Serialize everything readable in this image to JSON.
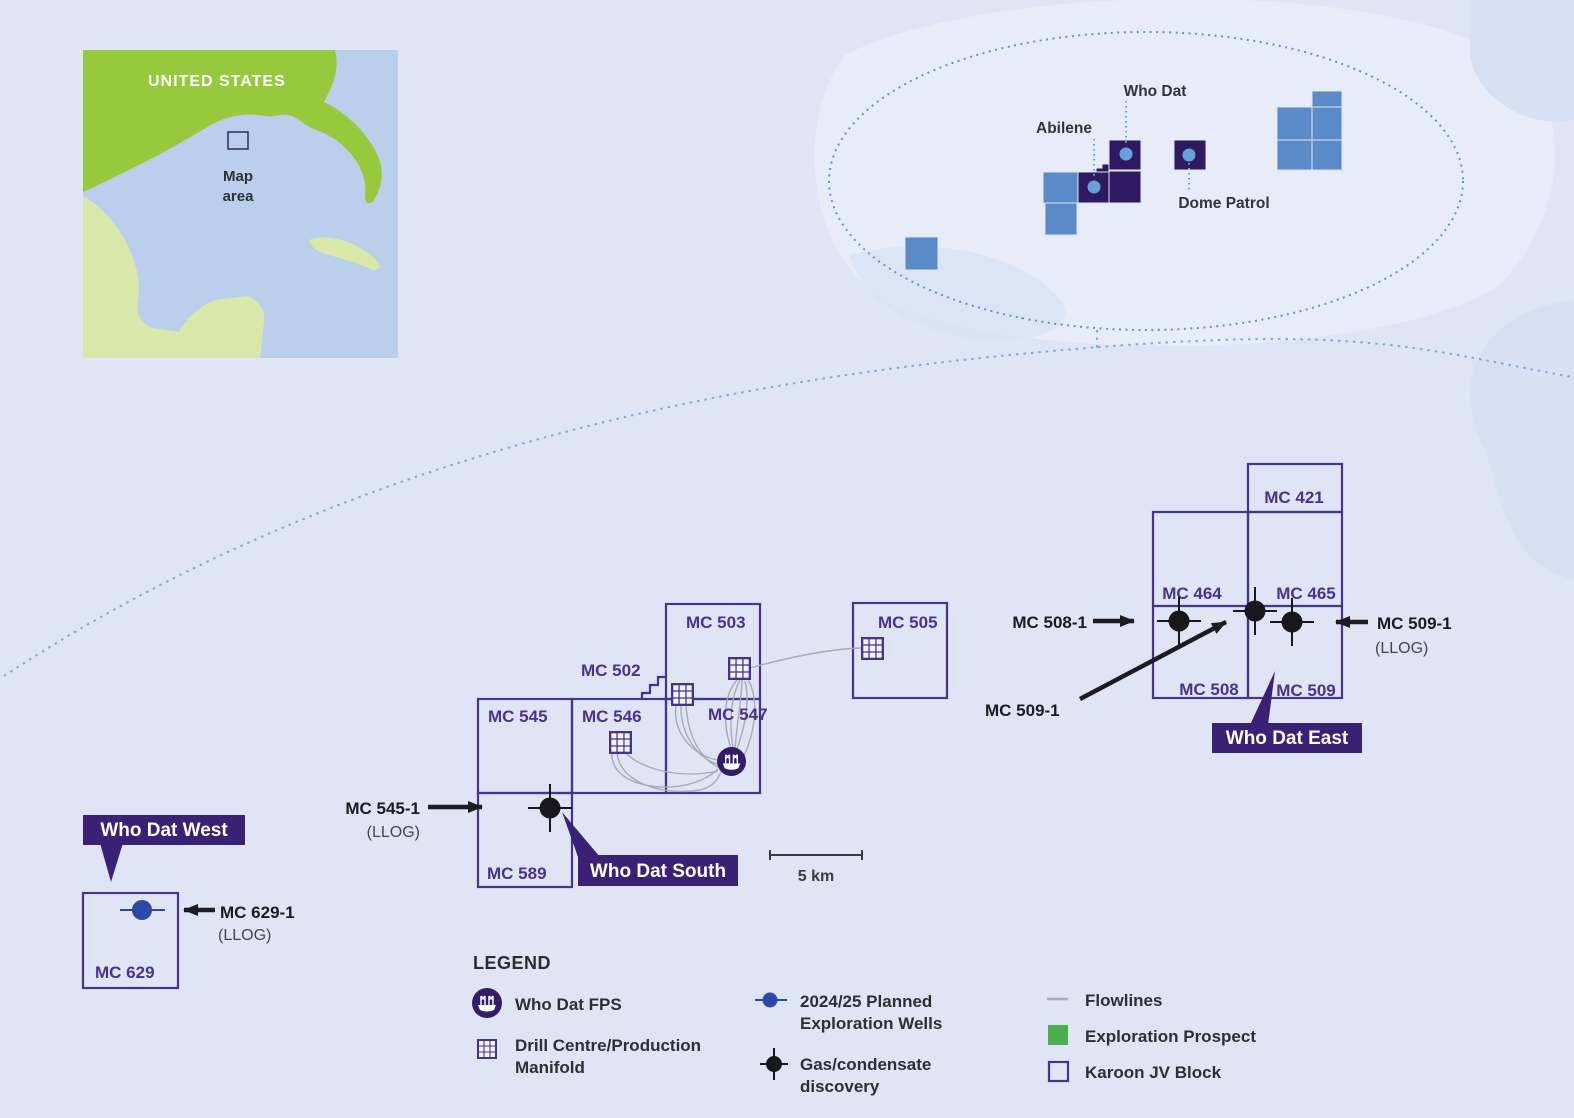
{
  "inset": {
    "country": "UNITED STATES",
    "map_area_line1": "Map",
    "map_area_line2": "area"
  },
  "overview": {
    "who_dat": "Who Dat",
    "abilene": "Abilene",
    "dome_patrol": "Dome Patrol"
  },
  "blocks": {
    "mc421": "MC 421",
    "mc464": "MC 464",
    "mc465": "MC 465",
    "mc508": "MC 508",
    "mc509": "MC 509",
    "mc503": "MC 503",
    "mc505": "MC 505",
    "mc502": "MC 502",
    "mc545": "MC 545",
    "mc546": "MC 546",
    "mc547": "MC 547",
    "mc589": "MC 589",
    "mc629": "MC 629"
  },
  "wells": {
    "mc508_1": "MC 508-1",
    "mc509_1": "MC 509-1",
    "mc545_1": "MC 545-1",
    "mc629_1": "MC 629-1",
    "llog": "(LLOG)"
  },
  "badges": {
    "west": "Who Dat West",
    "south": "Who Dat South",
    "east": "Who Dat East"
  },
  "scale_bar": {
    "label": "5 km"
  },
  "legend": {
    "title": "LEGEND",
    "fps": "Who Dat FPS",
    "manifold": [
      "Drill Centre/Production",
      "Manifold"
    ],
    "planned": [
      "2024/25 Planned",
      "Exploration Wells"
    ],
    "gas": [
      "Gas/condensate",
      "discovery"
    ],
    "flowlines": "Flowlines",
    "prospect": "Exploration Prospect",
    "jv_block": "Karoon JV Block"
  },
  "colors": {
    "background": "#dfe5f5",
    "block_outline": "#46338e",
    "block_label": "#4a3193",
    "dark_purple_fill": "#2f1a61",
    "badge_fill": "#3a2173",
    "prospect_blue_square": "#5a8bc8",
    "planned_well_blue": "#2d49a6",
    "light_well_dot": "#66a1d9",
    "discovery_black": "#1b1b20",
    "flowline_gray": "#a9abb3",
    "exploration_prospect_green": "#4bae4f",
    "us_land_green": "#97c93d",
    "other_land_green": "#d9e7a9",
    "inset_water_blue": "#b9cfec",
    "ellipse_dot_blue": "#5d93d4"
  }
}
